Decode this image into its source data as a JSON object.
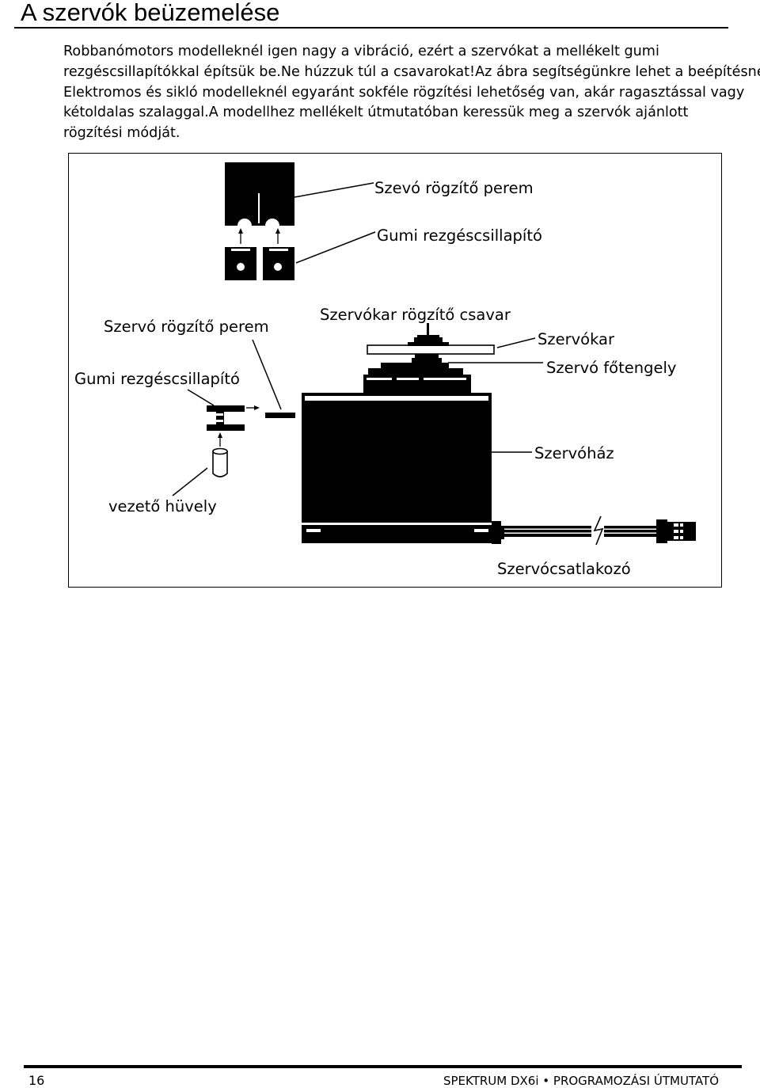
{
  "page": {
    "title": "A szervók beüzemelése"
  },
  "body": {
    "lines": [
      "Robbanómotors modelleknél igen nagy a vibráció, ezért a szervókat a mellékelt gumi",
      "rezgéscsillapítókkal építsük be.Ne húzzuk túl a csavarokat!Az ábra segítségünkre lehet a beépítésnél.",
      "Elektromos és sikló modelleknél egyaránt sokféle rögzítési lehetőség van, akár ragasztással vagy",
      "kétoldalas szalaggal.A modellhez mellékelt útmutatóban keressük meg a szervók ajánlott",
      "rögzítési módját."
    ]
  },
  "figure": {
    "labels": {
      "top_flange": "Szevó rögzítő perem",
      "top_grommet": "Gumi rezgéscsillapító",
      "left_flange": "Szervó rögzítő perem",
      "left_grommet": "Gumi rezgéscsillapító",
      "horn_screw": "Szervókar rögzítő csavar",
      "horn": "Szervókar",
      "output_shaft": "Szervó főtengely",
      "case": "Szervóház",
      "eyelet": "vezető hüvely",
      "connector": "Szervócsatlakozó"
    }
  },
  "footer": {
    "page_number": "16",
    "title": "SPEKTRUM DX6i • PROGRAMOZÁSI ÚTMUTATÓ"
  }
}
